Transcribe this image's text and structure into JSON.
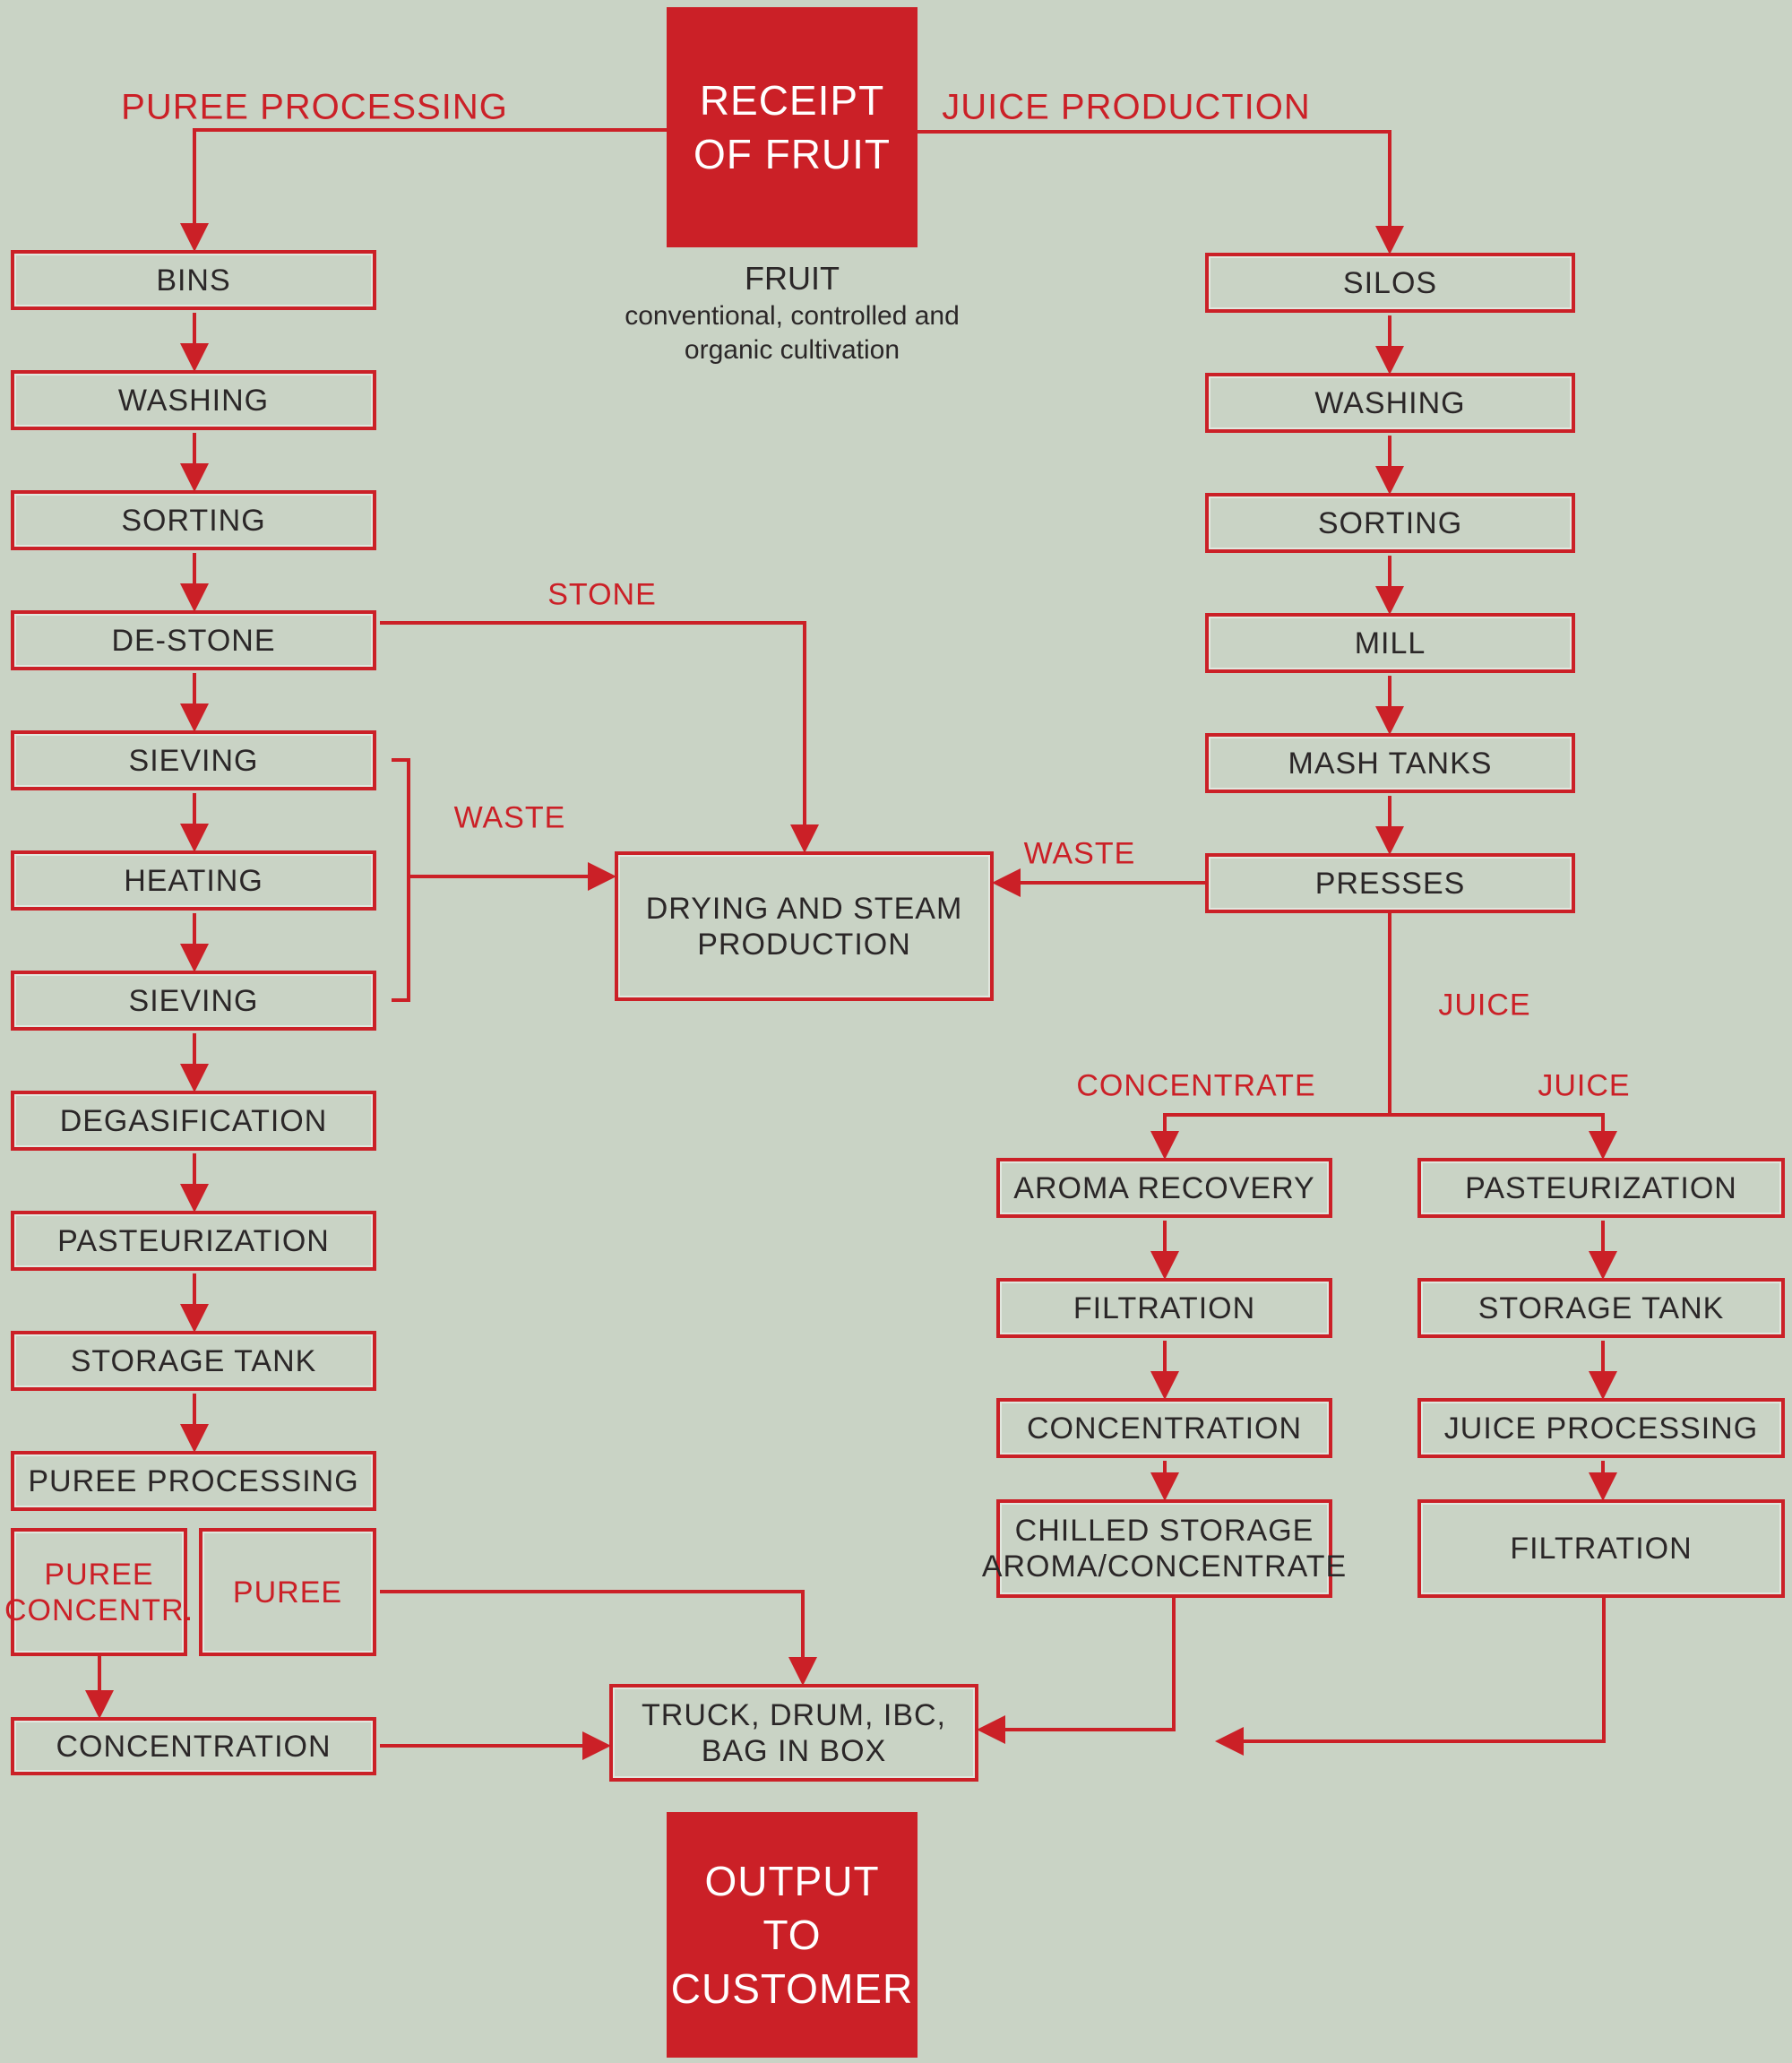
{
  "colors": {
    "red": "#cb2027",
    "dark_text": "#2b2728",
    "background": "#c9d3c5"
  },
  "header": {
    "left_branch_label": "PUREE PROCESSING",
    "right_branch_label": "JUICE PRODUCTION",
    "receipt_box_line1": "RECEIPT",
    "receipt_box_line2": "OF FRUIT",
    "fruit_note_title": "FRUIT",
    "fruit_note_line1": "conventional, controlled and",
    "fruit_note_line2": "organic cultivation"
  },
  "puree_column": {
    "steps": [
      "BINS",
      "WASHING",
      "SORTING",
      "DE-STONE",
      "SIEVING",
      "HEATING",
      "SIEVING",
      "DEGASIFICATION",
      "PASTEURIZATION",
      "STORAGE TANK",
      "PUREE PROCESSING"
    ],
    "puree_concentrate_line1": "PUREE",
    "puree_concentrate_line2": "CONCENTR.",
    "puree_label": "PUREE",
    "concentration": "CONCENTRATION"
  },
  "juice_column": {
    "steps": [
      "SILOS",
      "WASHING",
      "SORTING",
      "MILL",
      "MASH TANKS",
      "PRESSES"
    ]
  },
  "concentrate_branch": {
    "label": "CONCENTRATE",
    "steps": [
      "AROMA RECOVERY",
      "FILTRATION",
      "CONCENTRATION"
    ],
    "chilled_line1": "CHILLED STORAGE",
    "chilled_line2": "AROMA/CONCENTRATE"
  },
  "juice_branch": {
    "label": "JUICE",
    "steps": [
      "PASTEURIZATION",
      "STORAGE TANK",
      "JUICE PROCESSING",
      "FILTRATION"
    ]
  },
  "flow_labels": {
    "stone": "STONE",
    "waste_left": "WASTE",
    "waste_right": "WASTE",
    "juice": "JUICE"
  },
  "center": {
    "drying_line1": "DRYING AND STEAM",
    "drying_line2": "PRODUCTION"
  },
  "output": {
    "truck_line1": "TRUCK, DRUM, IBC,",
    "truck_line2": "BAG IN BOX",
    "customer_line1": "OUTPUT",
    "customer_line2": "TO",
    "customer_line3": "CUSTOMER"
  }
}
